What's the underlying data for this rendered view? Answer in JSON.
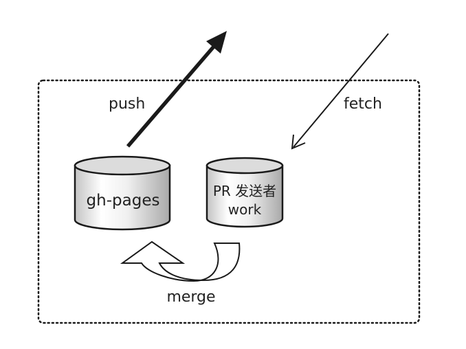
{
  "labels": {
    "push": "push",
    "fetch": "fetch",
    "merge": "merge"
  },
  "repos": {
    "gh_pages": {
      "label": "gh-pages"
    },
    "work": {
      "label_line1": "PR 发送者",
      "label_line2": "work"
    }
  },
  "colors": {
    "stroke": "#1a1a1a",
    "cylinder_body_light": "#ffffff",
    "cylinder_body_dark": "#b3b3b3",
    "cylinder_top": "#d9d9d9",
    "text": "#222222"
  }
}
